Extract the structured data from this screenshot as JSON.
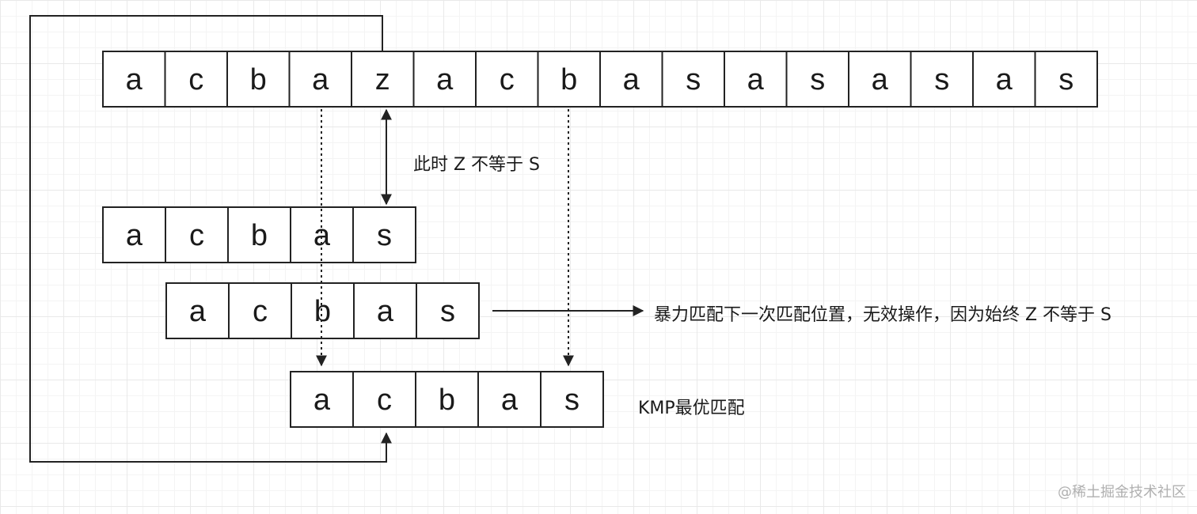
{
  "rows": {
    "main": [
      "a",
      "c",
      "b",
      "a",
      "z",
      "a",
      "c",
      "b",
      "a",
      "s",
      "a",
      "s",
      "a",
      "s",
      "a",
      "s"
    ],
    "pattern_initial": [
      "a",
      "c",
      "b",
      "a",
      "s"
    ],
    "pattern_bruteforce": [
      "a",
      "c",
      "b",
      "a",
      "s"
    ],
    "pattern_kmp": [
      "a",
      "c",
      "b",
      "a",
      "s"
    ]
  },
  "labels": {
    "mismatch": "此时  Z 不等于  S",
    "bruteforce": "暴力匹配下一次匹配位置，无效操作，因为始终 Z 不等于 S",
    "kmp": "KMP最优匹配"
  },
  "watermark": "@稀土掘金技术社区"
}
